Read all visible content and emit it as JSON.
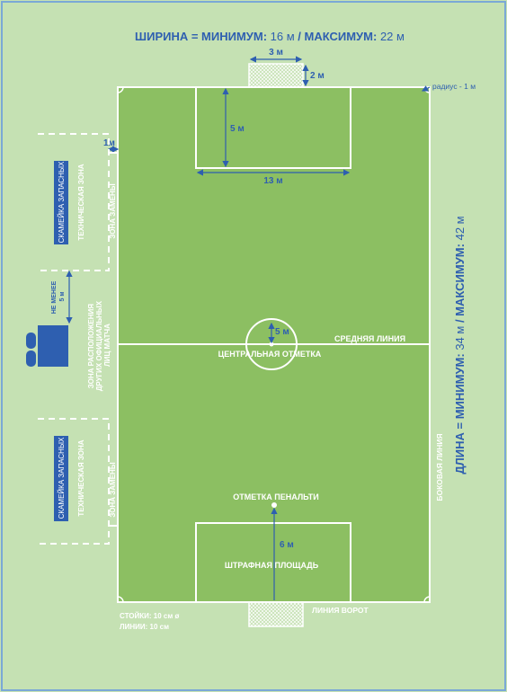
{
  "title": {
    "prefix": "ШИРИНА = МИНИМУМ:",
    "min_value": "16 м",
    "separator": " / ",
    "max_label": "МАКСИМУМ:",
    "max_value": "22 м"
  },
  "length_label": {
    "prefix": "ДЛИНА = МИНИМУМ:",
    "min_value": "34 м",
    "separator": " / ",
    "max_label": "МАКСИМУМ:",
    "max_value": "42 м"
  },
  "dimensions": {
    "goal_width": "3 м",
    "goal_depth": "2 м",
    "corner_radius": "радиус - 1 м",
    "area_depth": "5 м",
    "area_width": "13 м",
    "offset": "1м",
    "min_distance_line1": "НЕ МЕНЕЕ",
    "min_distance_line2": "5 м",
    "circle_radius": "5 м",
    "penalty_distance": "6 м"
  },
  "labels": {
    "halfway_line": "СРЕДНЯЯ ЛИНИЯ",
    "center_mark": "ЦЕНТРАЛЬНАЯ ОТМЕТКА",
    "penalty_mark": "ОТМЕТКА ПЕНАЛЬТИ",
    "penalty_area": "ШТРАФНАЯ ПЛОЩАДЬ",
    "goal_line": "ЛИНИЯ ВОРОТ",
    "touch_line": "БОКОВАЯ ЛИНИЯ",
    "substitution_zone": "ЗОНА ЗАМЕНЫ",
    "technical_zone": "ТЕХНИЧЕСКАЯ ЗОНА",
    "subs_bench": "СКАМЕЙКА ЗАПАСНЫХ",
    "officials_line1": "ЗОНА РАСПОЛОЖЕНИЯ",
    "officials_line2": "ДРУГИХ ОФИЦИАЛЬНЫХ",
    "officials_line3": "ЛИЦ МАТЧА",
    "posts_note": "СТОЙКИ: 10 см ø",
    "lines_note": "ЛИНИИ: 10 см"
  },
  "colors": {
    "background": "#c5e1b3",
    "pitch": "#8cbf62",
    "blue": "#2e5fb0",
    "white": "#ffffff"
  }
}
